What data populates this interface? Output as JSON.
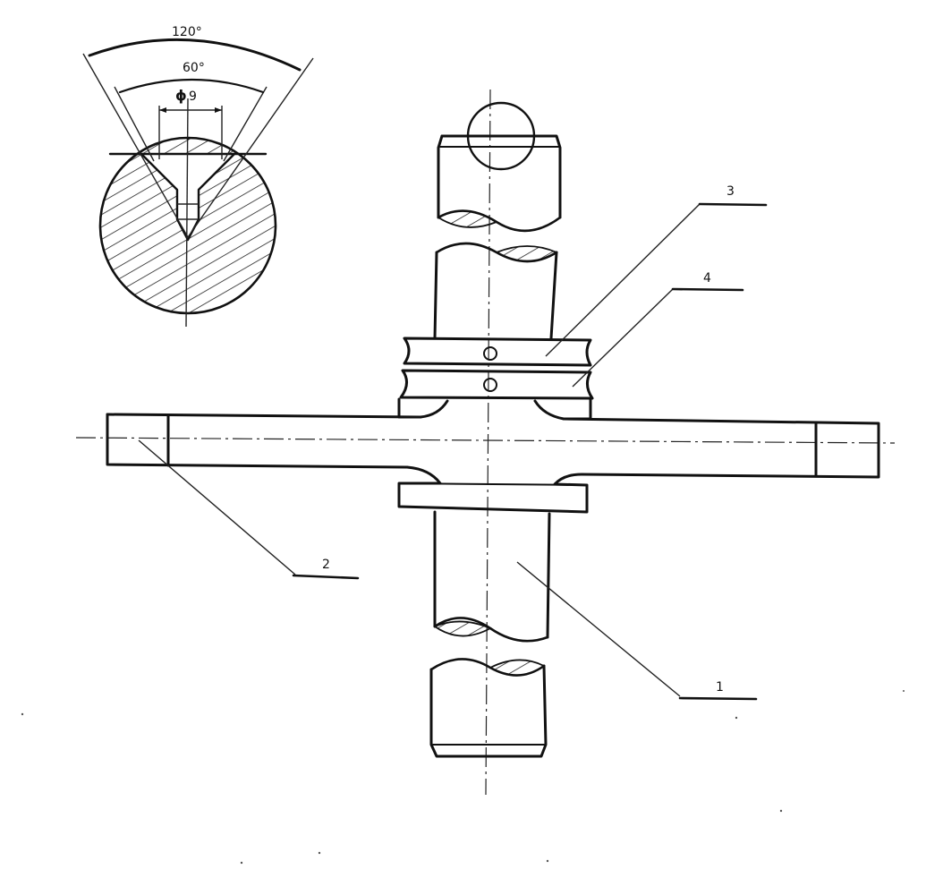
{
  "detail": {
    "angle_outer": "120°",
    "angle_inner": "60°",
    "diameter_symbol": "ϕ",
    "diameter_value": "9"
  },
  "callouts": [
    {
      "id": "shaft",
      "label": "1"
    },
    {
      "id": "bar",
      "label": "2"
    },
    {
      "id": "upper-collar",
      "label": "3"
    },
    {
      "id": "lower-collar",
      "label": "4"
    }
  ],
  "colors": {
    "ink": "#111111",
    "paper": "#ffffff"
  }
}
